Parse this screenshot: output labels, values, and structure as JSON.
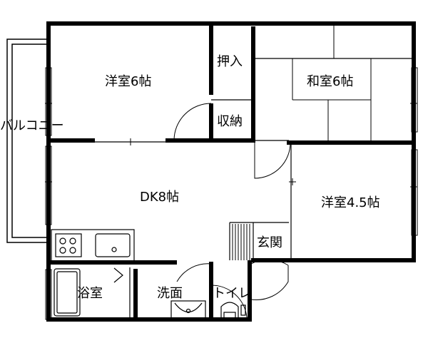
{
  "rooms": {
    "western_6": "洋室6帖",
    "oshiire": "押入",
    "japanese_6": "和室6帖",
    "shuno": "収納",
    "balcony": "バルコニー",
    "dk": "DK8帖",
    "western_4_5": "洋室4.5帖",
    "genkan": "玄関",
    "bath": "浴室",
    "washroom": "洗面",
    "toilet": "トイレ"
  },
  "colors": {
    "wall": "#000000",
    "line": "#000000",
    "background": "#ffffff"
  }
}
